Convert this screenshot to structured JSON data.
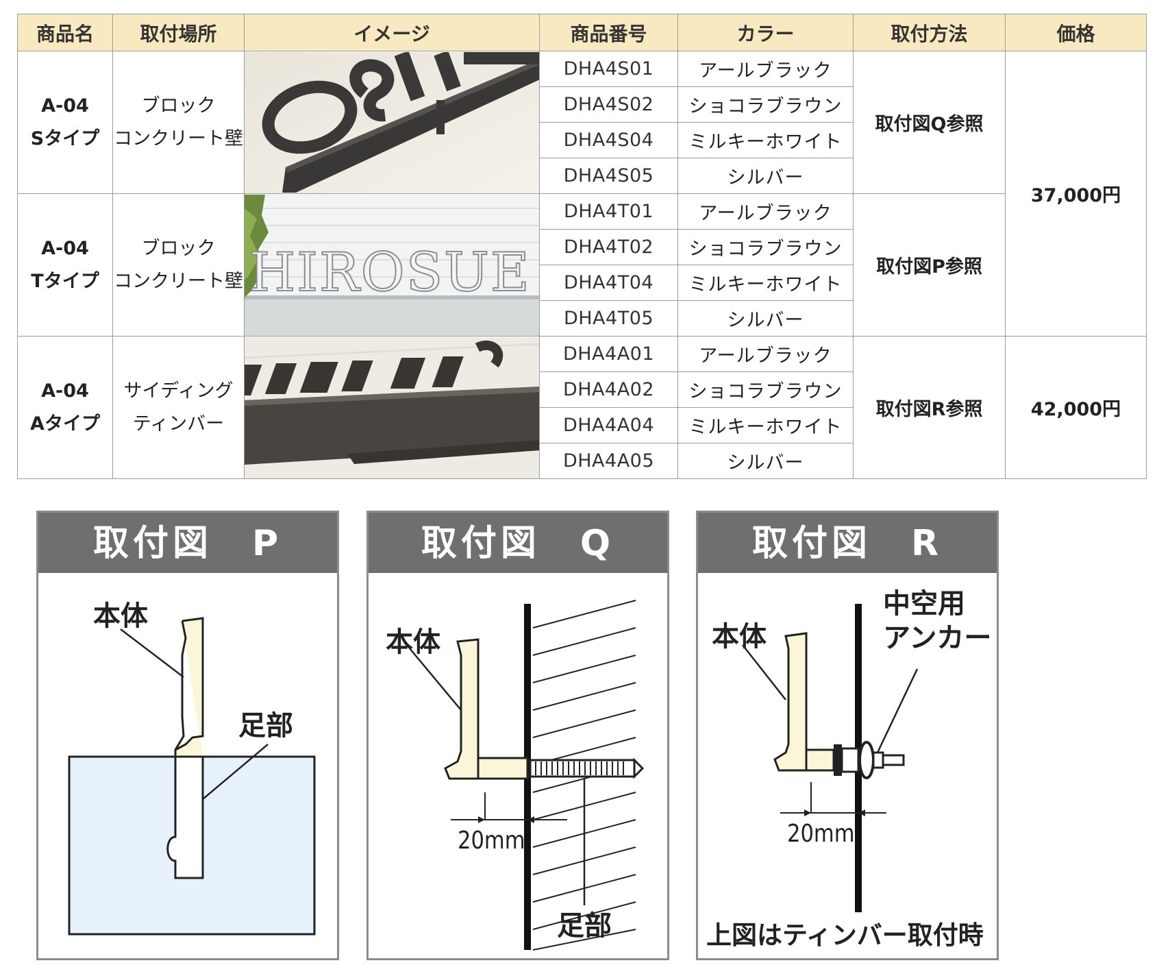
{
  "table": {
    "headers": [
      "商品名",
      "取付場所",
      "イメージ",
      "商品番号",
      "カラー",
      "取付方法",
      "価格"
    ],
    "groups": [
      {
        "name_line1": "A-04",
        "name_line2": "Sタイプ",
        "place_line1": "ブロック",
        "place_line2": "コンクリート壁",
        "method": "取付図Q参照",
        "rows": [
          {
            "code": "DHA4S01",
            "color": "アールブラック"
          },
          {
            "code": "DHA4S02",
            "color": "ショコラブラウン"
          },
          {
            "code": "DHA4S04",
            "color": "ミルキーホワイト"
          },
          {
            "code": "DHA4S05",
            "color": "シルバー"
          }
        ]
      },
      {
        "name_line1": "A-04",
        "name_line2": "Tタイプ",
        "place_line1": "ブロック",
        "place_line2": "コンクリート壁",
        "method": "取付図P参照",
        "image_text": "HIROSUE",
        "rows": [
          {
            "code": "DHA4T01",
            "color": "アールブラック"
          },
          {
            "code": "DHA4T02",
            "color": "ショコラブラウン"
          },
          {
            "code": "DHA4T04",
            "color": "ミルキーホワイト"
          },
          {
            "code": "DHA4T05",
            "color": "シルバー"
          }
        ]
      },
      {
        "name_line1": "A-04",
        "name_line2": "Aタイプ",
        "place_line1": "サイディング",
        "place_line2": "ティンバー",
        "method": "取付図R参照",
        "rows": [
          {
            "code": "DHA4A01",
            "color": "アールブラック"
          },
          {
            "code": "DHA4A02",
            "color": "ショコラブラウン"
          },
          {
            "code": "DHA4A04",
            "color": "ミルキーホワイト"
          },
          {
            "code": "DHA4A05",
            "color": "シルバー"
          }
        ]
      }
    ],
    "price_st": "37,000円",
    "price_a": "42,000円"
  },
  "panels": {
    "p": {
      "title": "取付図　P",
      "body_label": "本体",
      "leg_label": "足部"
    },
    "q": {
      "title": "取付図　Q",
      "body_label": "本体",
      "leg_label": "足部",
      "dim_label": "20mm"
    },
    "r": {
      "title": "取付図　R",
      "body_label": "本体",
      "anchor_label_line1": "中空用",
      "anchor_label_line2": "アンカー",
      "dim_label": "20mm",
      "note": "上図はティンバー取付時"
    }
  },
  "colors": {
    "header_bg": "#f8e9c0",
    "panel_header_bg": "#6f6f6f",
    "part_fill": "#fbf6d8",
    "block_fill": "#e6f1fb"
  }
}
